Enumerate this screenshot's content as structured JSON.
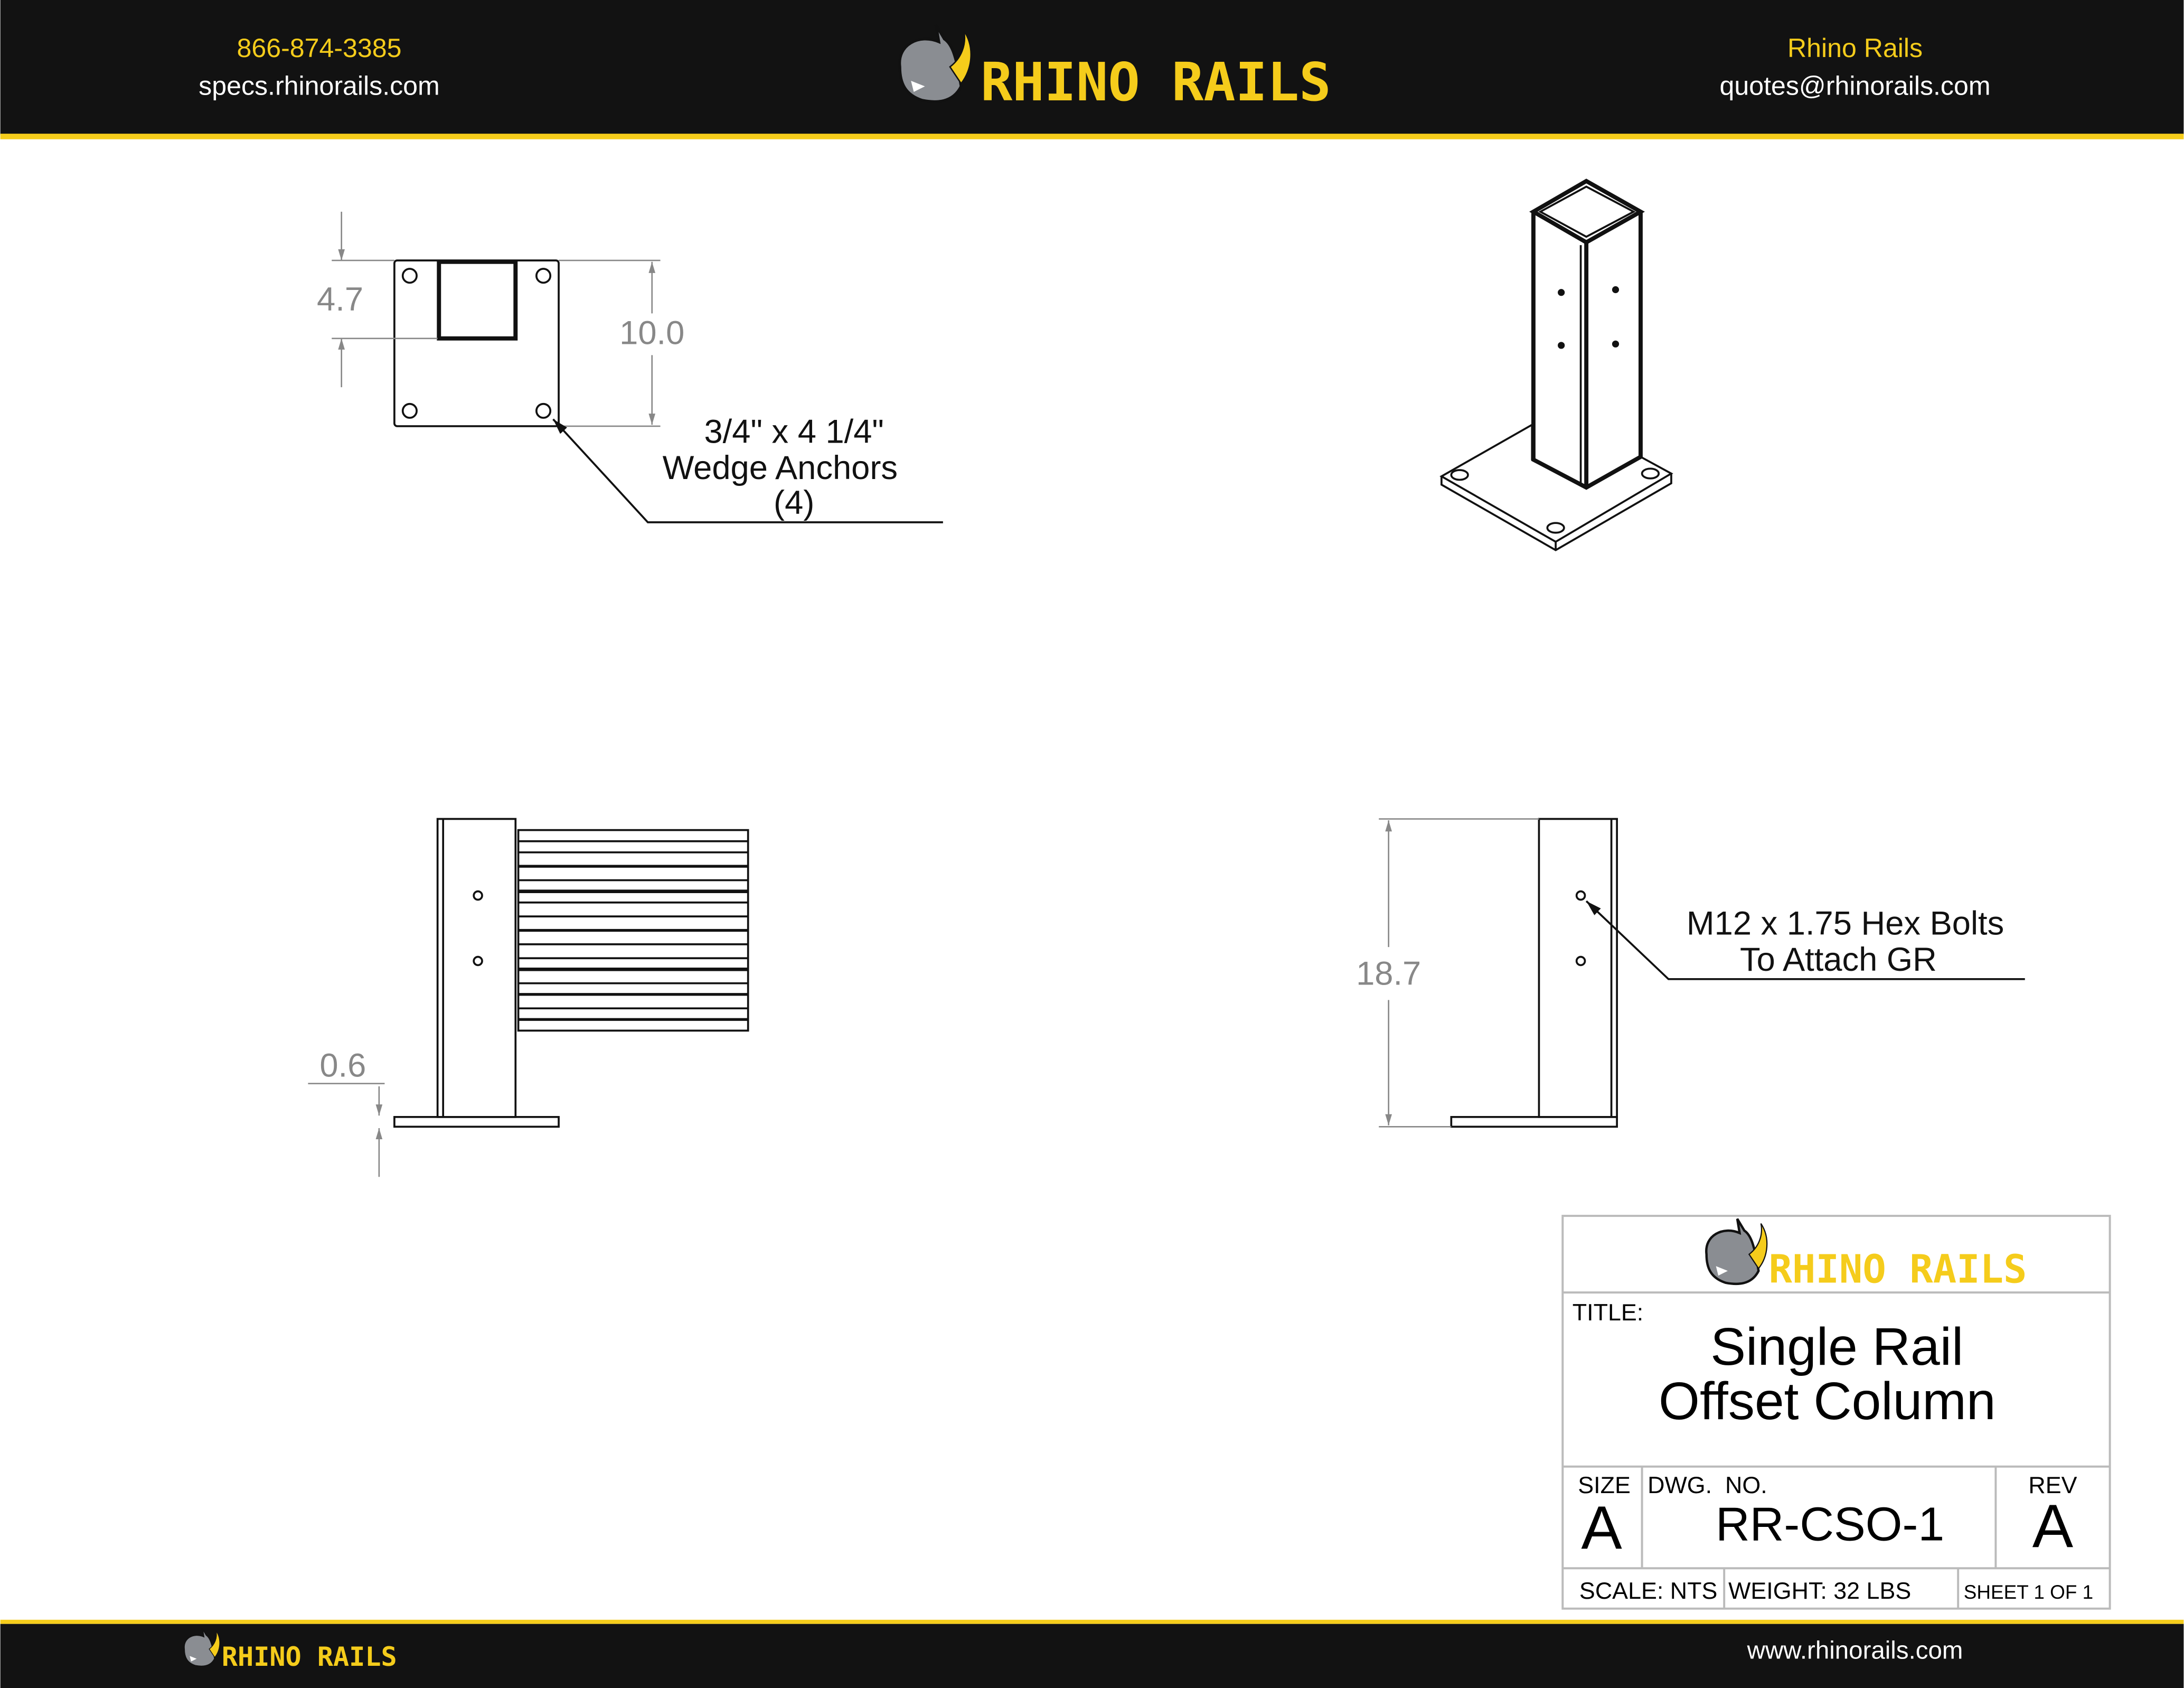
{
  "header": {
    "phone": "866-874-3385",
    "specs_site": "specs.rhinorails.com",
    "company": "Rhino Rails",
    "email": "quotes@rhinorails.com",
    "logo_text": "RHINO RAILS"
  },
  "drawing": {
    "top_view": {
      "dim_inner": "4.7",
      "dim_plate": "10.0",
      "anchor_note": [
        "3/4\" x 4 1/4\"",
        "Wedge Anchors",
        "(4)"
      ]
    },
    "side_view": {
      "dim_plate_thickness": "0.6"
    },
    "front_view": {
      "dim_height": "18.7",
      "bolt_note": [
        "M12 x 1.75 Hex Bolts",
        "To Attach GR"
      ]
    }
  },
  "title_block": {
    "logo_text": "RHINO RAILS",
    "title_label": "TITLE:",
    "title_lines": [
      "Single Rail",
      "Offset Column"
    ],
    "size_label": "SIZE",
    "size_value": "A",
    "dwg_label": "DWG.  NO.",
    "dwg_value": "RR-CSO-1",
    "rev_label": "REV",
    "rev_value": "A",
    "scale": "SCALE: NTS",
    "weight": "WEIGHT: 32 LBS",
    "sheet": "SHEET 1 OF 1"
  },
  "footer": {
    "logo_text": "RHINO RAILS",
    "website": "www.rhinorails.com"
  },
  "colors": {
    "brand_yellow": "#f5cc1b",
    "header_bg": "#121212"
  }
}
